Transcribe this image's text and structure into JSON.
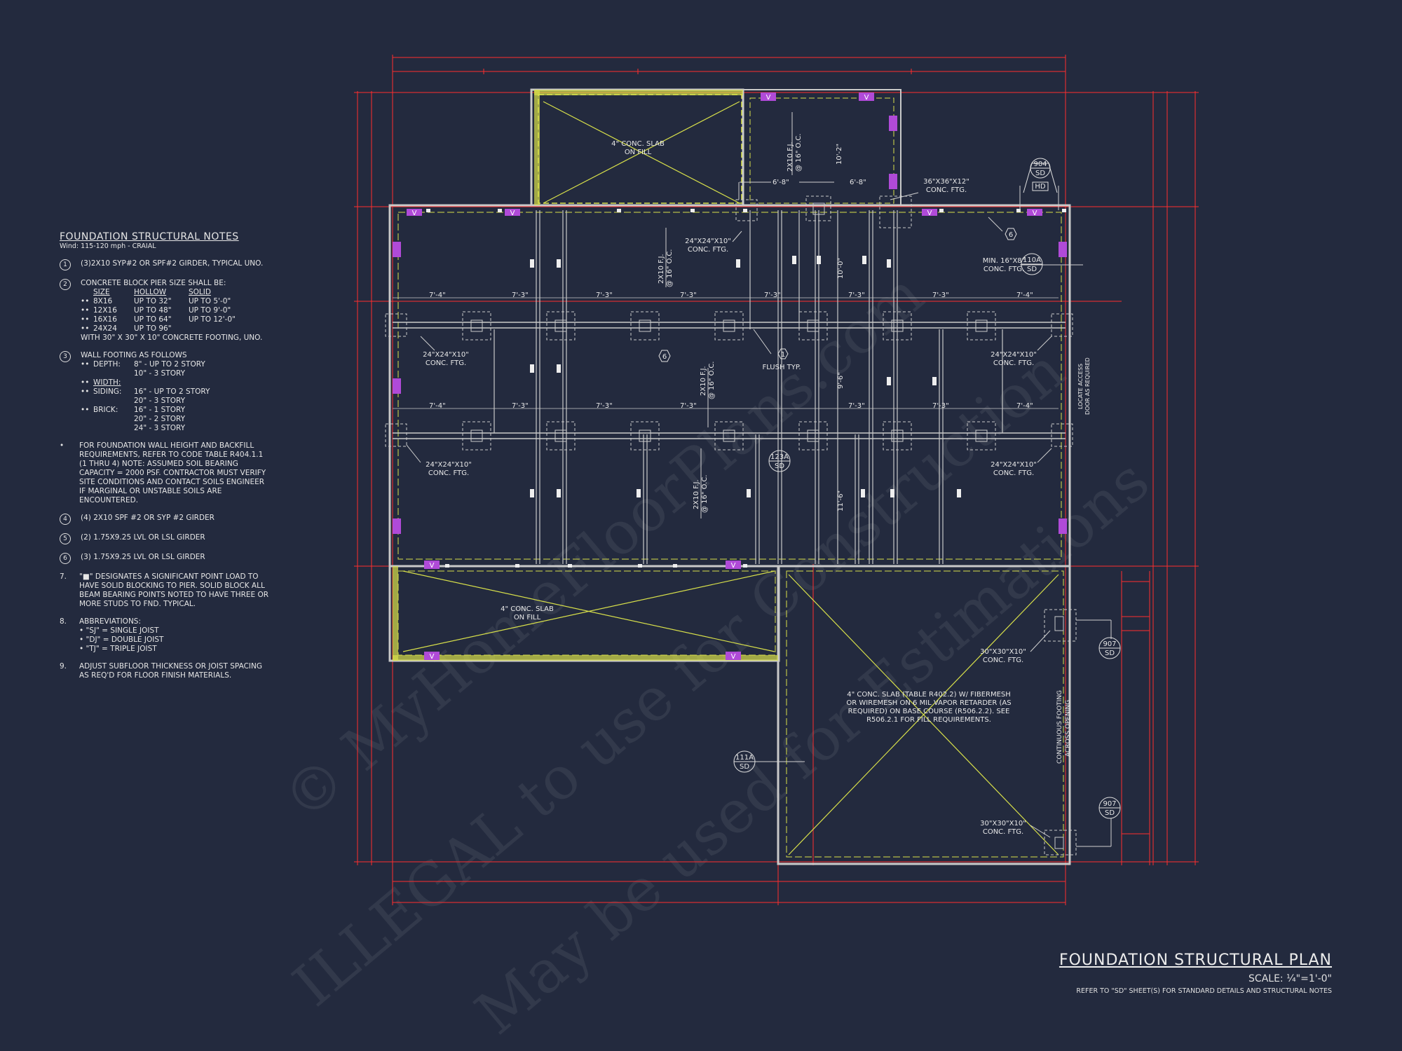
{
  "notes": {
    "title": "FOUNDATION STRUCTURAL NOTES",
    "wind": "Wind: 115-120 mph - CRAIAL",
    "n1": "(3)2x10 SYP#2 OR SPF#2 GIRDER, TYPICAL UNO.",
    "n2": "CONCRETE BLOCK PIER SIZE SHALL BE:",
    "pier_head": [
      "SIZE",
      "HOLLOW",
      "SOLID"
    ],
    "pier_rows": [
      [
        "8x16",
        "UP TO 32\"",
        "UP TO 5'-0\""
      ],
      [
        "12x16",
        "UP TO 48\"",
        "UP TO 9'-0\""
      ],
      [
        "16x16",
        "UP TO 64\"",
        "UP TO 12'-0\""
      ],
      [
        "24x24",
        "UP TO 96\"",
        ""
      ]
    ],
    "pier_foot": "WITH 30\" x 30\" x 10\" CONCRETE FOOTING, UNO.",
    "n3": "WALL FOOTING AS FOLLOWS",
    "n3_depth": [
      "DEPTH:",
      "8\" - UP TO 2 STORY",
      "10\" - 3 STORY"
    ],
    "n3_width": "WIDTH:",
    "n3_siding": [
      "SIDING:",
      "16\" - UP TO 2 STORY",
      "20\" - 3 STORY"
    ],
    "n3_brick": [
      "BRICK:",
      "16\" - 1 STORY",
      "20\" - 2 STORY",
      "24\" - 3 STORY"
    ],
    "n3_bullet": "FOR FOUNDATION WALL HEIGHT AND BACKFILL REQUIREMENTS, REFER TO CODE TABLE R404.1.1 (1 THRU 4) NOTE: ASSUMED SOIL BEARING CAPACITY = 2000 PSF. CONTRACTOR MUST VERIFY SITE CONDITIONS AND CONTACT SOILS ENGINEER IF MARGINAL OR UNSTABLE SOILS ARE ENCOUNTERED.",
    "n4": "(4) 2x10 SPF #2 OR SYP #2 GIRDER",
    "n5": "(2) 1.75x9.25 LVL OR LSL GIRDER",
    "n6": "(3) 1.75x9.25 LVL OR LSL GIRDER",
    "n7": "\"■\" DESIGNATES A SIGNIFICANT POINT LOAD TO HAVE SOLID BLOCKING TO PIER. SOLID BLOCK ALL BEAM BEARING POINTS NOTED TO HAVE THREE OR MORE STUDS TO FND. TYPICAL.",
    "n8": "ABBREVIATIONS:",
    "abbr": [
      "\"SJ\" = SINGLE JOIST",
      "\"DJ\" = DOUBLE JOIST",
      "\"TJ\" = TRIPLE JOIST"
    ],
    "n9": "ADJUST SUBFLOOR THICKNESS OR JOIST SPACING AS REQ'D FOR FLOOR FINISH MATERIALS."
  },
  "plan": {
    "slab_porch": [
      "4\" CONC. SLAB",
      "ON FILL"
    ],
    "slab_front": [
      "4\" CONC. SLAB",
      "ON FILL"
    ],
    "slab_garage": [
      "4\" CONC. SLAB (TABLE R402.2) w/ FIBERMESH",
      "OR WIREMESH ON 6 MIL VAPOR RETARDER (AS",
      "REQUIRED) ON BASE COURSE (R506.2.2). SEE",
      "R506.2.1 FOR FILL REQUIREMENTS."
    ],
    "joist_1": [
      "2x10 F.J.",
      "@ 16\" O.C."
    ],
    "spacing_68": "6'-8\"",
    "dim_102": "10'-2\"",
    "dim_100": "10'-0\"",
    "dim_96": "9'-6\"",
    "dim_116": "11'-6\"",
    "dim_74": "7'-4\"",
    "dim_73": "7'-3\"",
    "ftg_36": [
      "36\"x36\"x12\"",
      "CONC. FTG."
    ],
    "ftg_24": [
      "24\"x24\"x10\"",
      "CONC. FTG."
    ],
    "ftg_min": [
      "MIN. 16\"x8\"",
      "CONC. FTG."
    ],
    "ftg_30": [
      "30\"x30\"x10\"",
      "CONC. FTG."
    ],
    "flush": "FLUSH TYP.",
    "locate": [
      "LOCATE ACCESS",
      "DOOR AS REQUIRED"
    ],
    "continuous": [
      "CONTINUOUS FOOTING",
      "ACROSS OPENING"
    ],
    "tag_904": [
      "904",
      "SD"
    ],
    "tag_hd": "HD",
    "tag_110a": [
      "110A",
      "SD"
    ],
    "tag_123a": [
      "123A",
      "SD"
    ],
    "tag_111a": [
      "111A",
      "SD"
    ],
    "tag_907": [
      "907",
      "SD"
    ],
    "mark_1": "1",
    "mark_6": "6",
    "mark_v": "V"
  },
  "title": {
    "name": "FOUNDATION STRUCTURAL PLAN",
    "scale": "SCALE: ¼\"=1'-0\"",
    "ref": "REFER TO \"SD\" SHEET(S) FOR STANDARD DETAILS AND STRUCTURAL NOTES"
  },
  "watermark": {
    "line1": "© MyHomeFloorPlans.com",
    "line2": "ILLEGAL to use for Construction",
    "line3": "May be used for Estimations"
  },
  "colors": {
    "background": "#232a3e",
    "dimension": "#ff2d2d",
    "slab": "#d8e04a",
    "wall": "#c9c9c9",
    "tag": "#b04ad8"
  }
}
